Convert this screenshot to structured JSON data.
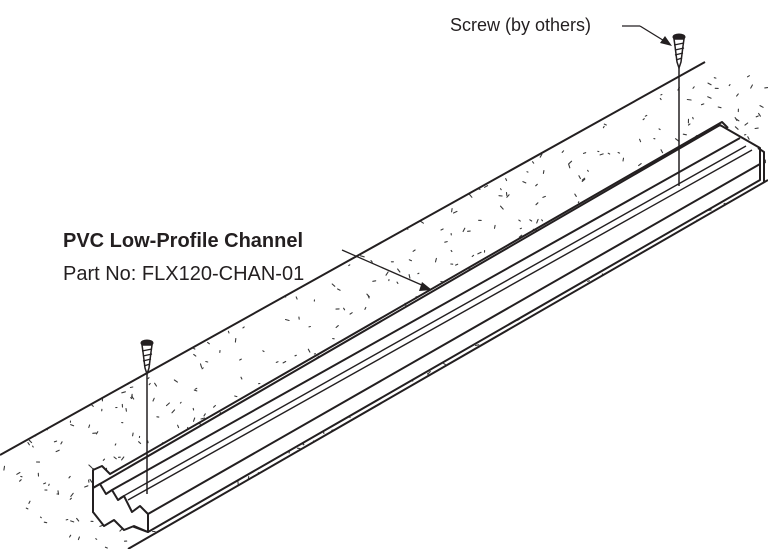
{
  "channel": {
    "title": "PVC Low-Profile Channel",
    "part_number": "Part No: FLX120-CHAN-01"
  },
  "screw": {
    "label": "Screw (by others)"
  },
  "colors": {
    "line": "#231f20",
    "background": "#ffffff",
    "speckle": "#3a3a3a"
  }
}
